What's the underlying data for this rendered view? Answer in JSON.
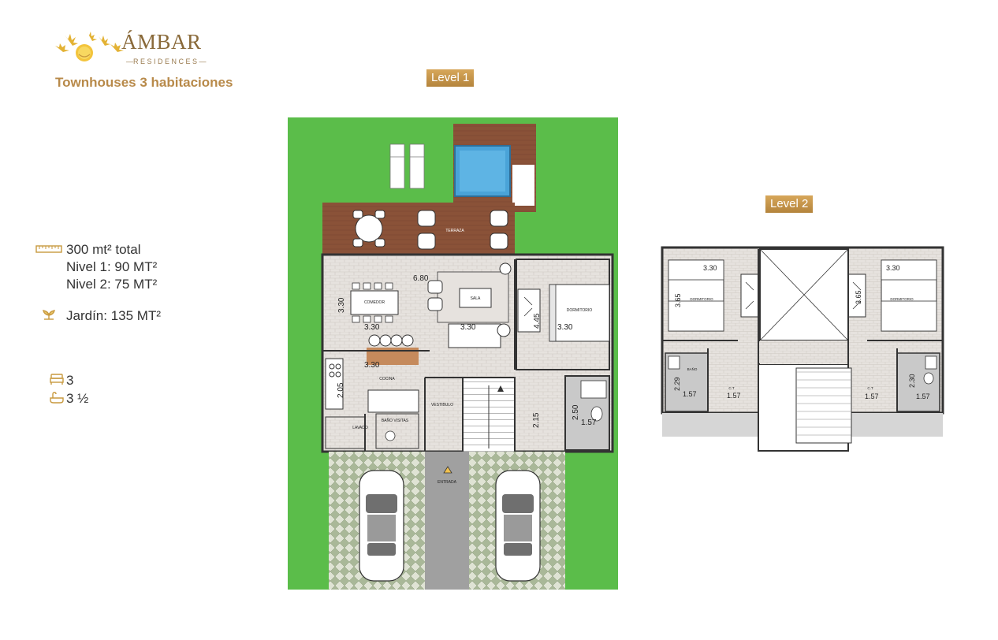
{
  "brand": {
    "name": "ÁMBAR",
    "tagline": "RESIDENCES",
    "subtitle": "Townhouses 3 habitaciones"
  },
  "levels": {
    "level1_label": "Level 1",
    "level2_label": "Level 2"
  },
  "specs": {
    "total": "300 mt² total",
    "nivel1": "Nivel 1: 90 MT²",
    "nivel2": "Nivel 2: 75 MT²",
    "jardin": "Jardín: 135 MT²",
    "bedrooms": "3",
    "bathrooms": "3 ½",
    "icons": [
      "ruler-icon",
      "plant-icon",
      "bed-icon",
      "bathtub-icon"
    ]
  },
  "plan1": {
    "rooms": {
      "terraza": "TERRAZA",
      "comedor": "COMEDOR",
      "sala": "SALA",
      "dormitorio": "DORMITORIO",
      "cocina": "COCINA",
      "vestibulo": "VESTIBULO",
      "lavado": "LAVADO",
      "bano_visitas": "BAÑO VISITAS",
      "entrada": "ENTRADA"
    },
    "dims": {
      "d330_comedor_v": "3.30",
      "d330_comedor_h": "3.30",
      "d680": "6.80",
      "d330_sala": "3.30",
      "d445": "4.45",
      "d330_dorm": "3.30",
      "d330_cocina": "3.30",
      "d205": "2.05",
      "d215": "2.15",
      "d250": "2.50",
      "d157": "1.57"
    }
  },
  "plan2": {
    "rooms": {
      "dormitorio_left": "DORMITORIO",
      "dormitorio_right": "DORMITORIO",
      "bano_left": "BAÑO",
      "ct_left": "C.T",
      "ct_right": "C.T"
    },
    "dims": {
      "d330_left": "3.30",
      "d365_left": "3.65",
      "d330_right": "3.30",
      "d365_right": "3.65",
      "d229": "2.29",
      "d157_a": "1.57",
      "d157_b": "1.57",
      "d157_c": "1.57",
      "d230": "2.30",
      "d157_d": "1.57"
    }
  },
  "colors": {
    "gold": "#b88a4a",
    "grass": "#5bbd4a",
    "deck": "#8a5238",
    "pool": "#4aa3d8",
    "floor_tile": "#e4e0dc",
    "paver": "#9fb38c"
  }
}
